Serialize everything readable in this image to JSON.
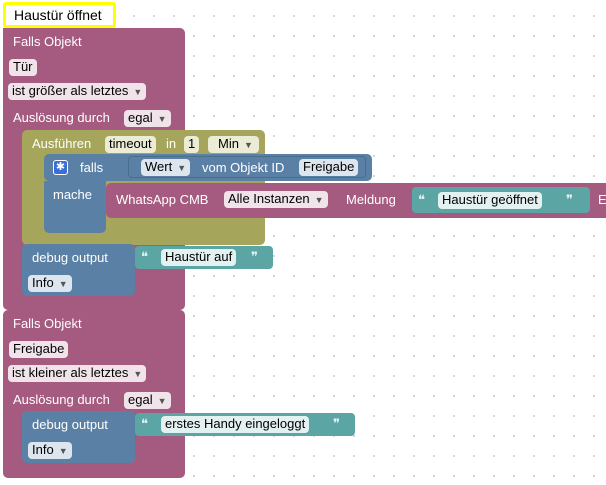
{
  "hat": {
    "label": "Haustür öffnet"
  },
  "trigger1": {
    "falls_objekt": "Falls Objekt",
    "object_id": "Tür",
    "condition": "ist größer als letztes",
    "ausloesung_label": "Auslösung durch",
    "ausloesung_value": "egal"
  },
  "timeout_block": {
    "ausfuehren": "Ausführen",
    "timeout_var": "timeout",
    "in_label": "in",
    "amount": "1",
    "unit": "Min"
  },
  "if_block": {
    "falls": "falls",
    "mache": "mache",
    "wert_label": "Wert",
    "vom_objekt": "vom Objekt ID",
    "object_id": "Freigabe"
  },
  "whatsapp": {
    "label": "WhatsApp CMB",
    "instance": "Alle Instanzen",
    "meldung": "Meldung",
    "message": "Haustür geöffnet",
    "overflow": "E"
  },
  "debug1": {
    "label": "debug output",
    "text": "Haustür auf",
    "level": "Info"
  },
  "trigger2": {
    "falls_objekt": "Falls Objekt",
    "object_id": "Freigabe",
    "condition": "ist kleiner als letztes",
    "ausloesung_label": "Auslösung durch",
    "ausloesung_value": "egal"
  },
  "debug2": {
    "label": "debug output",
    "text": "erstes Handy eingeloggt",
    "level": "Info"
  },
  "quote_open": "❝",
  "quote_close": "❞",
  "colors": {
    "trigger": "#a55b80",
    "logic": "#5b80a5",
    "timeout": "#a5a55b",
    "text": "#5ba5a5",
    "hat_border": "#ffff00"
  }
}
